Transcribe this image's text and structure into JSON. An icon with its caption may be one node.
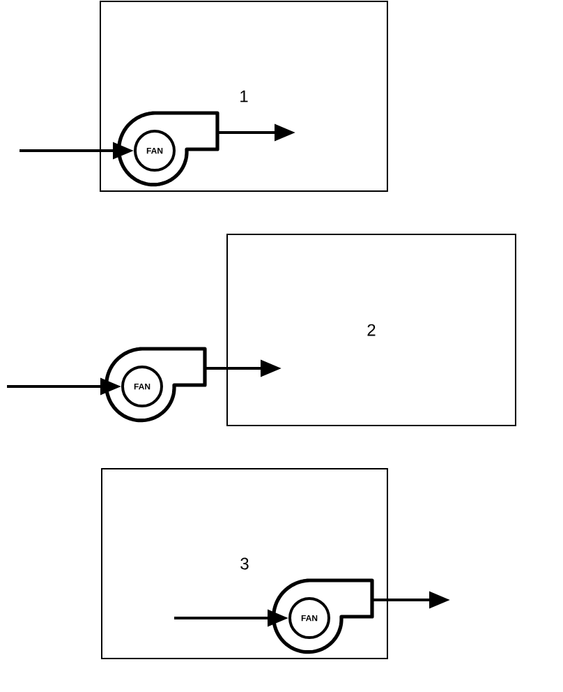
{
  "diagram": {
    "nodes": [
      {
        "text": [
          "1"
        ]
      },
      {
        "text": [
          "FAN"
        ],
        "in": 0
      },
      {
        "text": [
          "2"
        ]
      },
      {
        "text": [
          "FAN"
        ]
      },
      {
        "text": [
          "3"
        ]
      },
      {
        "text": [
          "FAN"
        ],
        "in": 4
      }
    ],
    "edges": [
      {
        "from": null,
        "to": 1,
        "arrow": "to"
      },
      {
        "from": 1,
        "to": null,
        "arrow": "to"
      },
      {
        "from": null,
        "to": 3,
        "arrow": "to"
      },
      {
        "from": 3,
        "to": 2,
        "arrow": "to"
      },
      {
        "from": null,
        "to": 5,
        "arrow": "to"
      },
      {
        "from": 5,
        "to": null,
        "arrow": "to"
      }
    ]
  }
}
